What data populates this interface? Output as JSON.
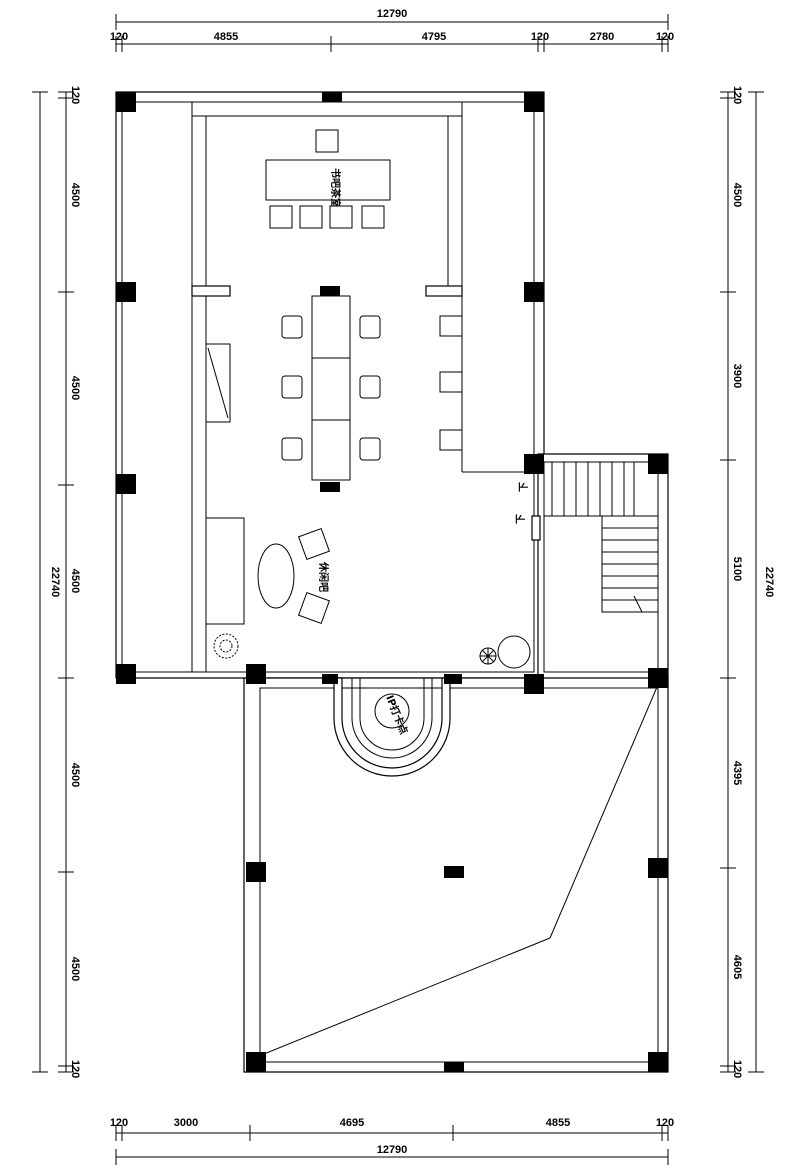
{
  "dimensions": {
    "top": {
      "total": "12790",
      "segments": [
        "120",
        "4855",
        "4795",
        "120",
        "2780",
        "120"
      ]
    },
    "bottom": {
      "total": "12790",
      "segments": [
        "120",
        "3000",
        "4695",
        "4855",
        "120"
      ]
    },
    "left": {
      "total": "22740",
      "segments": [
        "120",
        "4500",
        "4500",
        "4500",
        "4500",
        "4500",
        "120"
      ]
    },
    "right": {
      "total": "22740",
      "segments": [
        "120",
        "4500",
        "3900",
        "5100",
        "4395",
        "4605",
        "120"
      ]
    }
  },
  "rooms": {
    "bar_tea": "书吧茶室",
    "lounge": "休闲吧",
    "clock_in": "IP打卡点"
  },
  "stair_marks": [
    "下",
    "下"
  ]
}
